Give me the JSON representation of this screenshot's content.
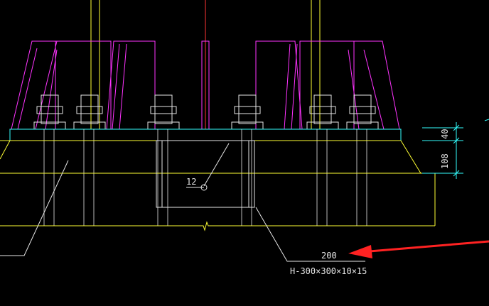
{
  "colors": {
    "background": "#000000",
    "magenta": "#ff33ff",
    "yellow": "#ffff33",
    "white": "#e6e6e6",
    "cyan": "#33ffff",
    "red_axis": "#ff3333",
    "arrow_red": "#ff2222"
  },
  "annotations": {
    "dim_top": "40",
    "dim_bottom": "108",
    "label_12": "12",
    "label_200": "200",
    "section_label": "H-300×300×10×15"
  }
}
